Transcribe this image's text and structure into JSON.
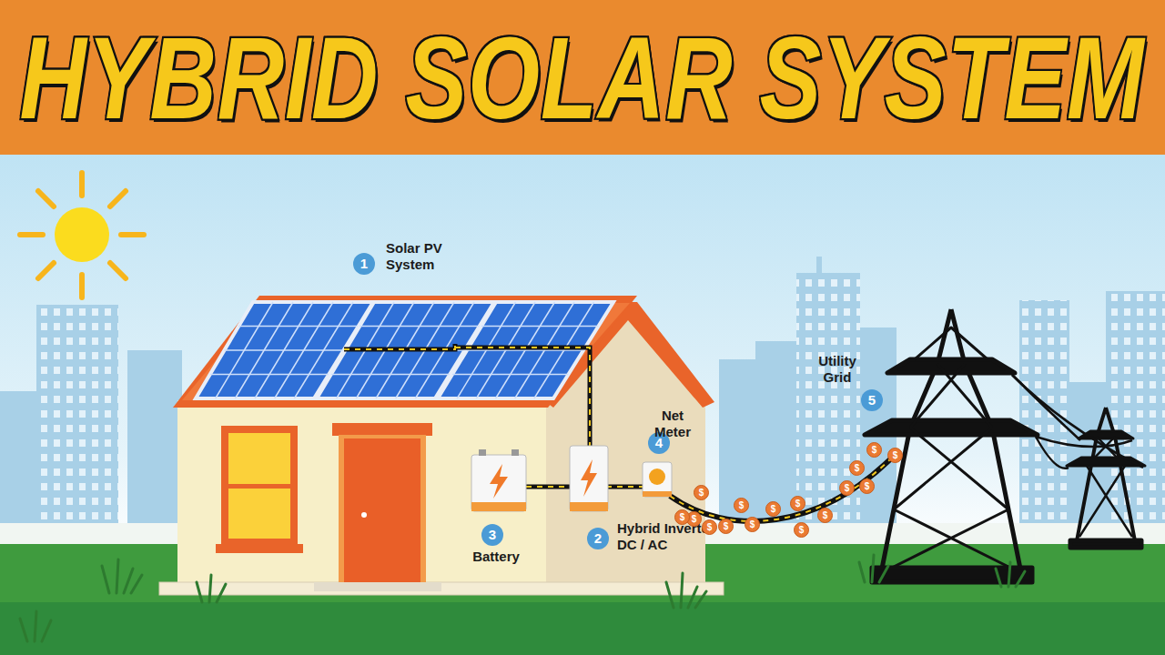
{
  "diagram": {
    "title": "HYBRID SOLAR SYSTEM",
    "labels": [
      "1",
      "Solar PV System",
      "2",
      "Hybrid Inverter DC / AC",
      "3",
      "Battery",
      "4",
      "Net Meter",
      "5",
      "Utility Grid",
      "$",
      "$",
      "$",
      "$",
      "$",
      "$",
      "$",
      "$",
      "$",
      "$",
      "$",
      "$",
      "$",
      "$",
      "$",
      "$"
    ]
  }
}
